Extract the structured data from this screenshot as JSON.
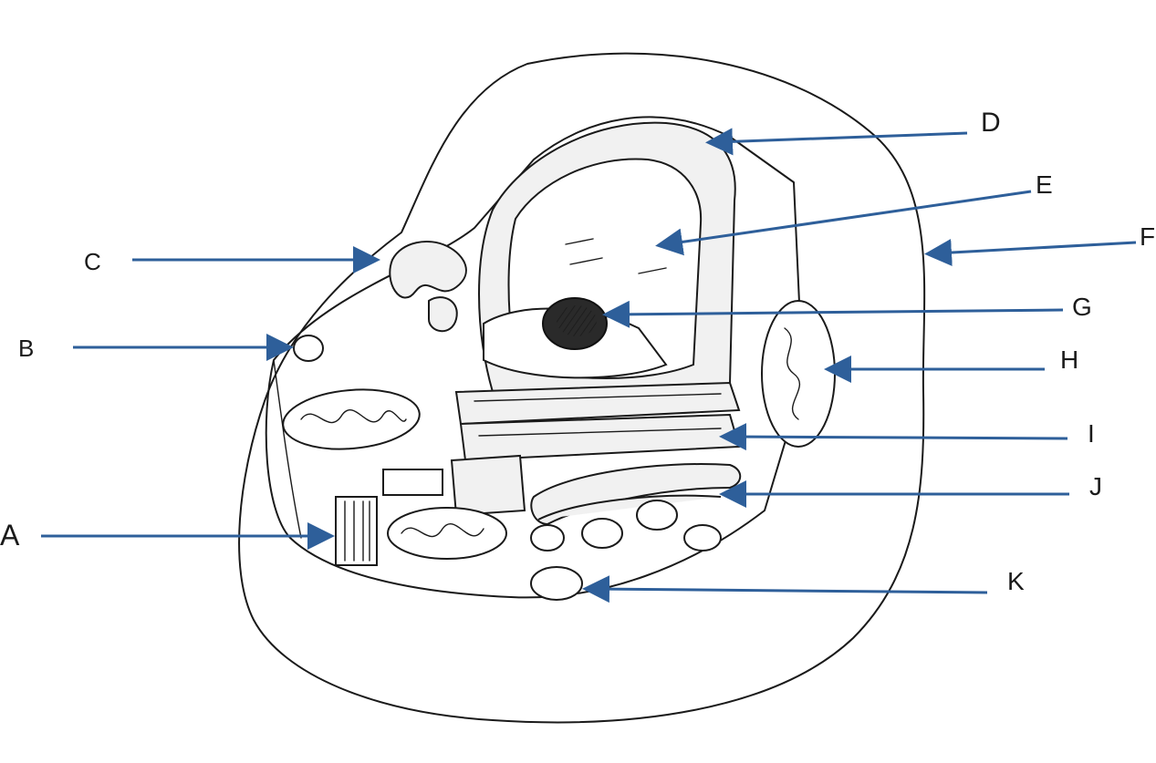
{
  "diagram": {
    "labels": {
      "A": "A",
      "B": "B",
      "C": "C",
      "D": "D",
      "E": "E",
      "F": "F",
      "G": "G",
      "H": "H",
      "I": "I",
      "J": "J",
      "K": "K"
    },
    "colors": {
      "arrow": "#2e5f9a",
      "ink": "#1a1a1a",
      "background": "#ffffff"
    }
  }
}
